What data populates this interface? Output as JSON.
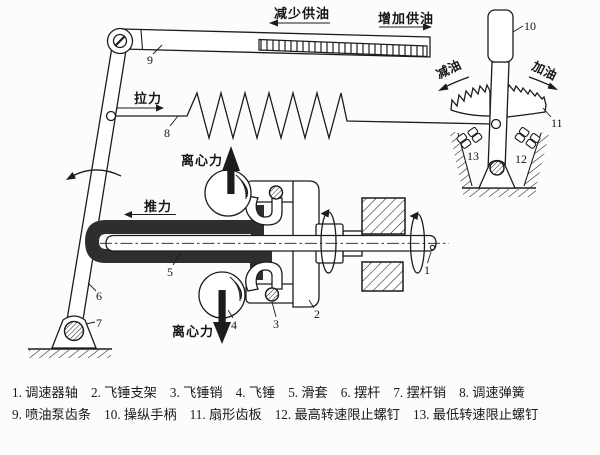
{
  "colors": {
    "ink": "#1c1c1c",
    "dark_fill": "#2e2e2e",
    "paper": "#fcfcfa"
  },
  "annotations": {
    "reduce_supply": "减少供油",
    "increase_supply": "增加供油",
    "pull_force": "拉力",
    "push_force": "推力",
    "centrifugal_upper": "离心力",
    "centrifugal_lower": "离心力",
    "reduce_oil": "减油",
    "add_oil": "加油"
  },
  "callout_numbers": [
    "1",
    "2",
    "3",
    "4",
    "5",
    "6",
    "7",
    "8",
    "9",
    "10",
    "11",
    "12",
    "13"
  ],
  "caption": {
    "line1_count": 8,
    "items": [
      {
        "n": "1.",
        "t": "调速器轴"
      },
      {
        "n": "2.",
        "t": "飞锤支架"
      },
      {
        "n": "3.",
        "t": "飞锤销"
      },
      {
        "n": "4.",
        "t": "飞锤"
      },
      {
        "n": "5.",
        "t": "滑套"
      },
      {
        "n": "6.",
        "t": "摆杆"
      },
      {
        "n": "7.",
        "t": "摆杆销"
      },
      {
        "n": "8.",
        "t": "调速弹簧"
      },
      {
        "n": "9.",
        "t": "喷油泵齿条"
      },
      {
        "n": "10.",
        "t": "操纵手柄"
      },
      {
        "n": "11.",
        "t": "扇形齿板"
      },
      {
        "n": "12.",
        "t": "最高转速限止螺钉"
      },
      {
        "n": "13.",
        "t": "最低转速限止螺钉"
      }
    ]
  }
}
